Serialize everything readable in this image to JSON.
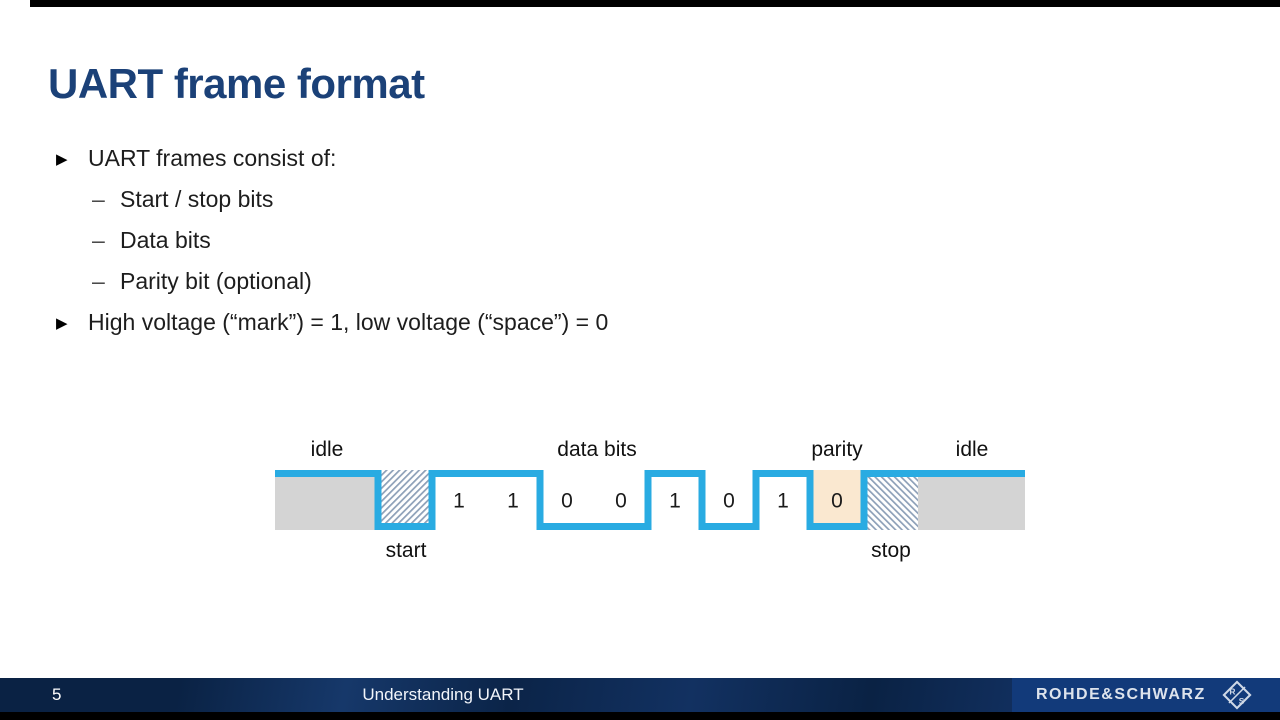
{
  "slide": {
    "title": "UART frame format",
    "bullets": [
      {
        "level": 1,
        "text": "UART frames consist of:"
      },
      {
        "level": 2,
        "text": "Start / stop bits"
      },
      {
        "level": 2,
        "text": "Data bits"
      },
      {
        "level": 2,
        "text": "Parity bit (optional)"
      },
      {
        "level": 1,
        "text": "High voltage (“mark”) = 1, low voltage (“space”) = 0"
      }
    ],
    "bullet_marker": "▶",
    "sub_marker": "–"
  },
  "waveform": {
    "band_height": 60,
    "stroke_width": 7,
    "segments": [
      {
        "name": "idle-left",
        "level": "high",
        "width": 103,
        "fill": "gray"
      },
      {
        "name": "start",
        "level": "low",
        "width": 54,
        "fill": "hatch-fwd"
      },
      {
        "name": "bit-1",
        "level": "high",
        "width": 54,
        "fill": "none",
        "bit": "1"
      },
      {
        "name": "bit-2",
        "level": "high",
        "width": 54,
        "fill": "none",
        "bit": "1"
      },
      {
        "name": "bit-3",
        "level": "low",
        "width": 54,
        "fill": "none",
        "bit": "0"
      },
      {
        "name": "bit-4",
        "level": "low",
        "width": 54,
        "fill": "none",
        "bit": "0"
      },
      {
        "name": "bit-5",
        "level": "high",
        "width": 54,
        "fill": "none",
        "bit": "1"
      },
      {
        "name": "bit-6",
        "level": "low",
        "width": 54,
        "fill": "none",
        "bit": "0"
      },
      {
        "name": "bit-7",
        "level": "high",
        "width": 54,
        "fill": "none",
        "bit": "1"
      },
      {
        "name": "parity",
        "level": "low",
        "width": 54,
        "fill": "cream",
        "bit": "0"
      },
      {
        "name": "stop",
        "level": "high",
        "width": 54,
        "fill": "hatch-back"
      },
      {
        "name": "idle-right",
        "level": "high",
        "width": 107,
        "fill": "gray"
      }
    ],
    "labels_top": [
      {
        "text": "idle"
      },
      {
        "text": "data bits"
      },
      {
        "text": "parity"
      },
      {
        "text": "idle"
      }
    ],
    "labels_bottom": [
      {
        "text": "start"
      },
      {
        "text": "stop"
      }
    ],
    "colors": {
      "signal": "#29ABE2",
      "idle_fill": "#D4D4D4",
      "parity_fill": "#FAE8D0",
      "hatch_line": "#8DA0B8"
    }
  },
  "footer": {
    "page_number": "5",
    "deck_title": "Understanding UART",
    "brand": "ROHDE&SCHWARZ",
    "logo_letters": {
      "r": "R",
      "s": "S"
    }
  },
  "colors": {
    "title_navy": "#1B4178",
    "footer_navy": "#0C2950",
    "footer_panel": "#123A7A",
    "letterbox": "#000000"
  }
}
